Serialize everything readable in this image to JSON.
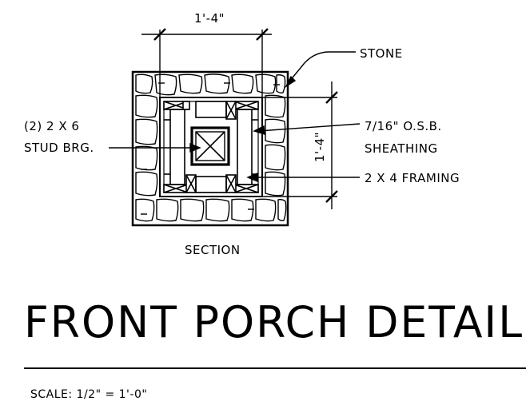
{
  "drawing": {
    "dimension_top": "1'-4\"",
    "dimension_right": "1'-4\"",
    "label_stone": "STONE",
    "label_stud_line1": "(2) 2 X 6",
    "label_stud_line2": "STUD BRG.",
    "label_osb_line1": "7/16\" O.S.B.",
    "label_osb_line2": "SHEATHING",
    "label_framing": "2 X 4 FRAMING",
    "label_section": "SECTION"
  },
  "title": "FRONT PORCH DETAIL",
  "scale": "SCALE: 1/2\" = 1'-0\""
}
